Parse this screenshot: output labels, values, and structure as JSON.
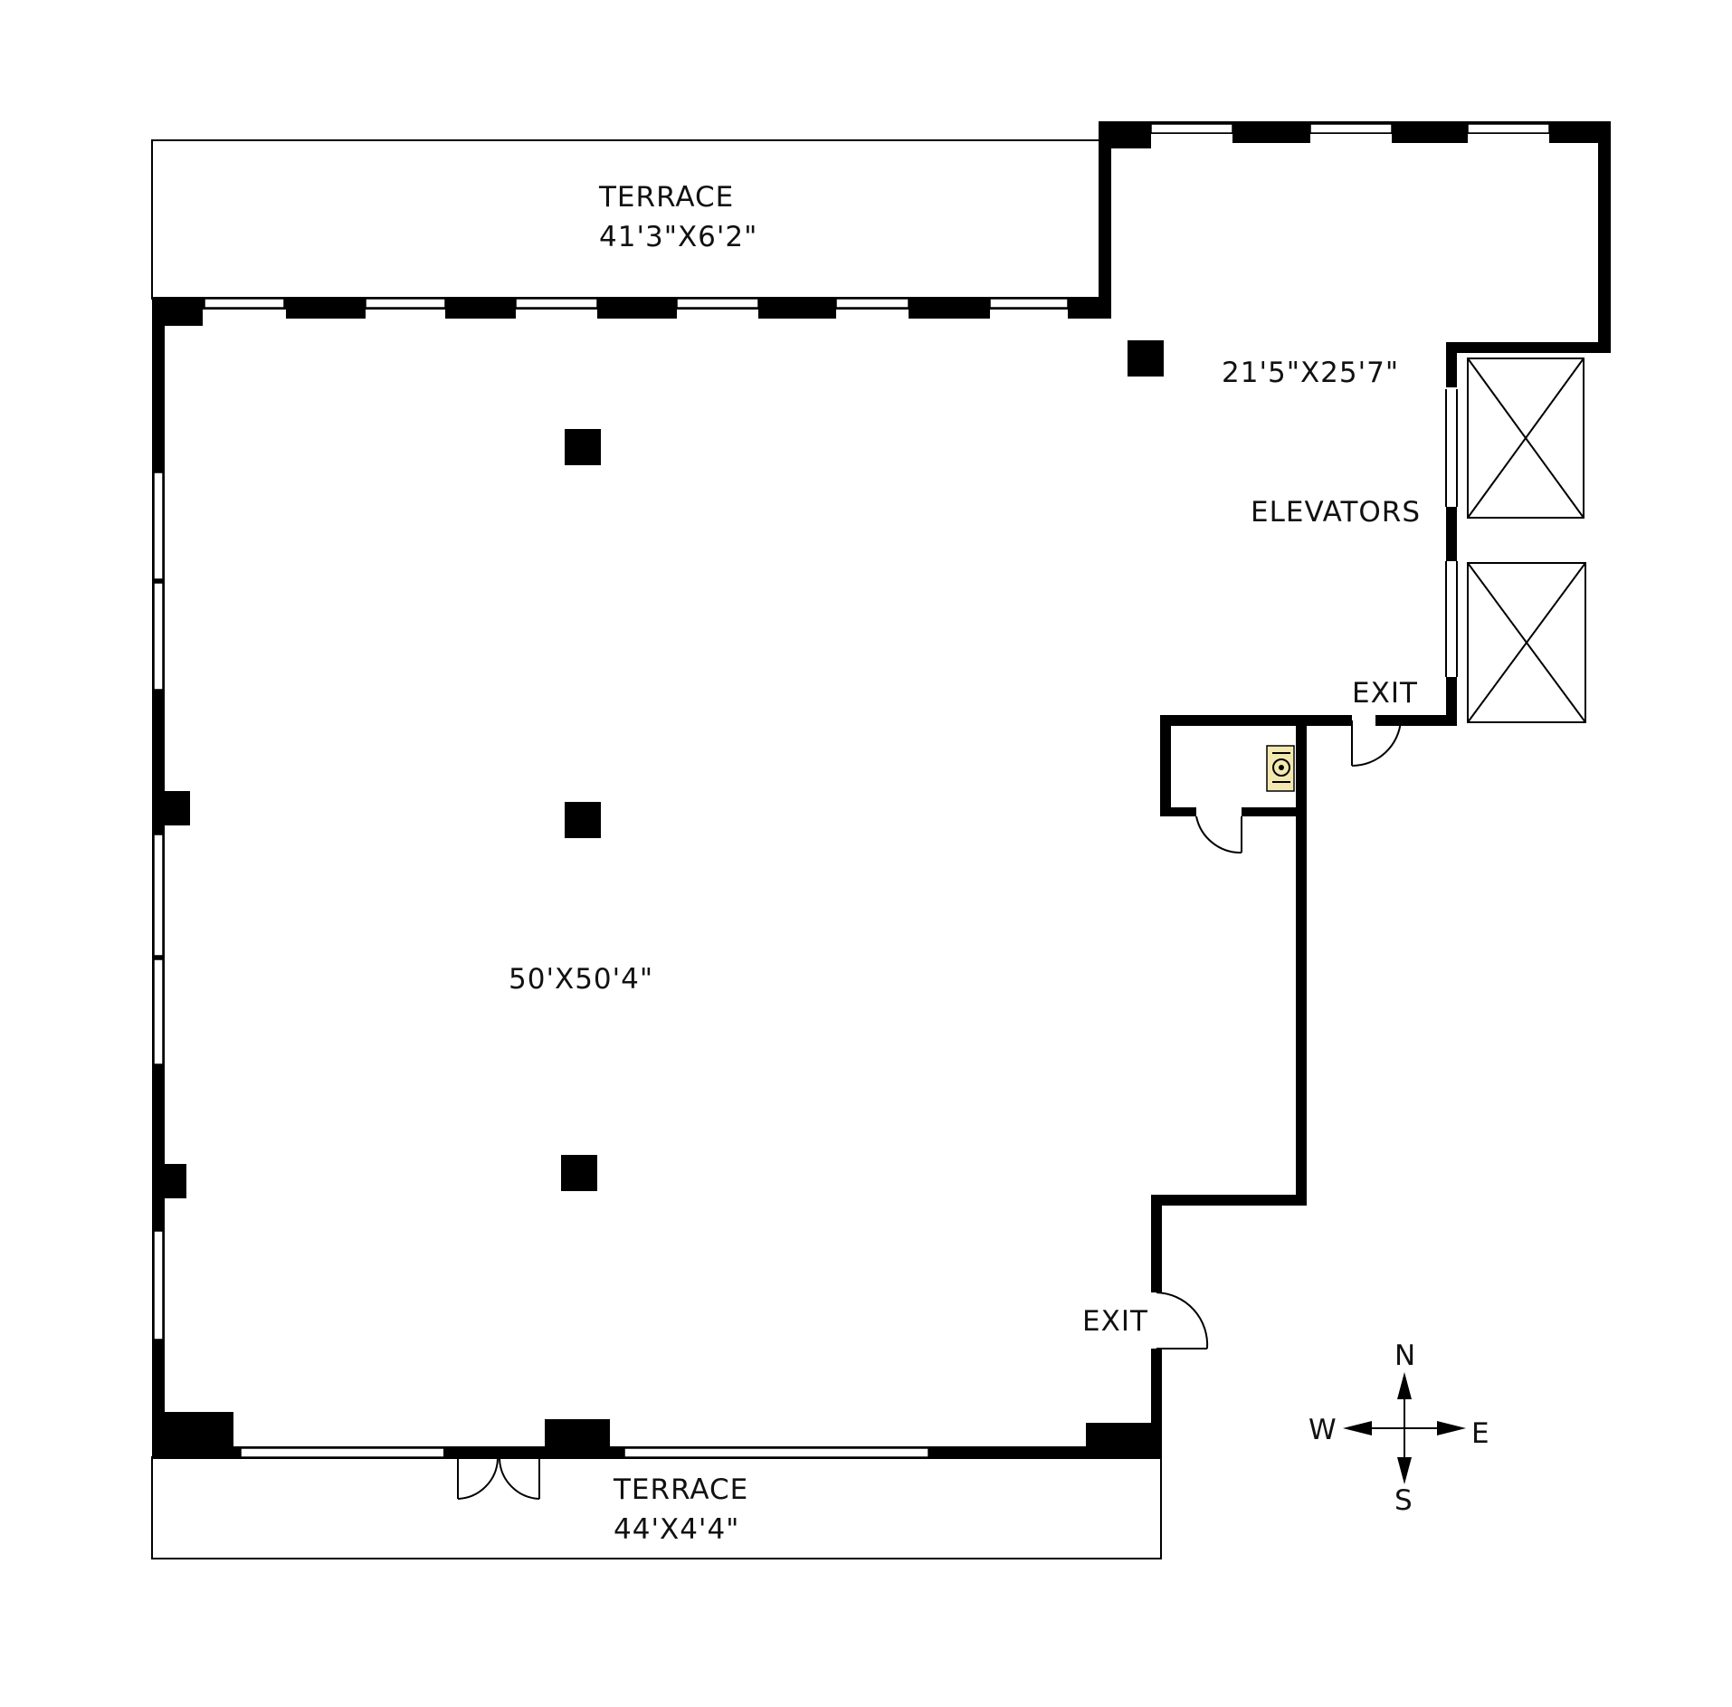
{
  "labels": {
    "terrace_north_name": "TERRACE",
    "terrace_north_size": "41'3\"X6'2\"",
    "lobby_size": "21'5\"X25'7\"",
    "elevators": "ELEVATORS",
    "exit_east": "EXIT",
    "main_room_size": "50'X50'4\"",
    "exit_south": "EXIT",
    "terrace_south_name": "TERRACE",
    "terrace_south_size": "44'X4'4\""
  },
  "compass": {
    "north": "N",
    "south": "S",
    "east": "E",
    "west": "W"
  },
  "colors": {
    "wall": "#000000",
    "fixture": "#f3e9b0",
    "background": "#ffffff"
  }
}
